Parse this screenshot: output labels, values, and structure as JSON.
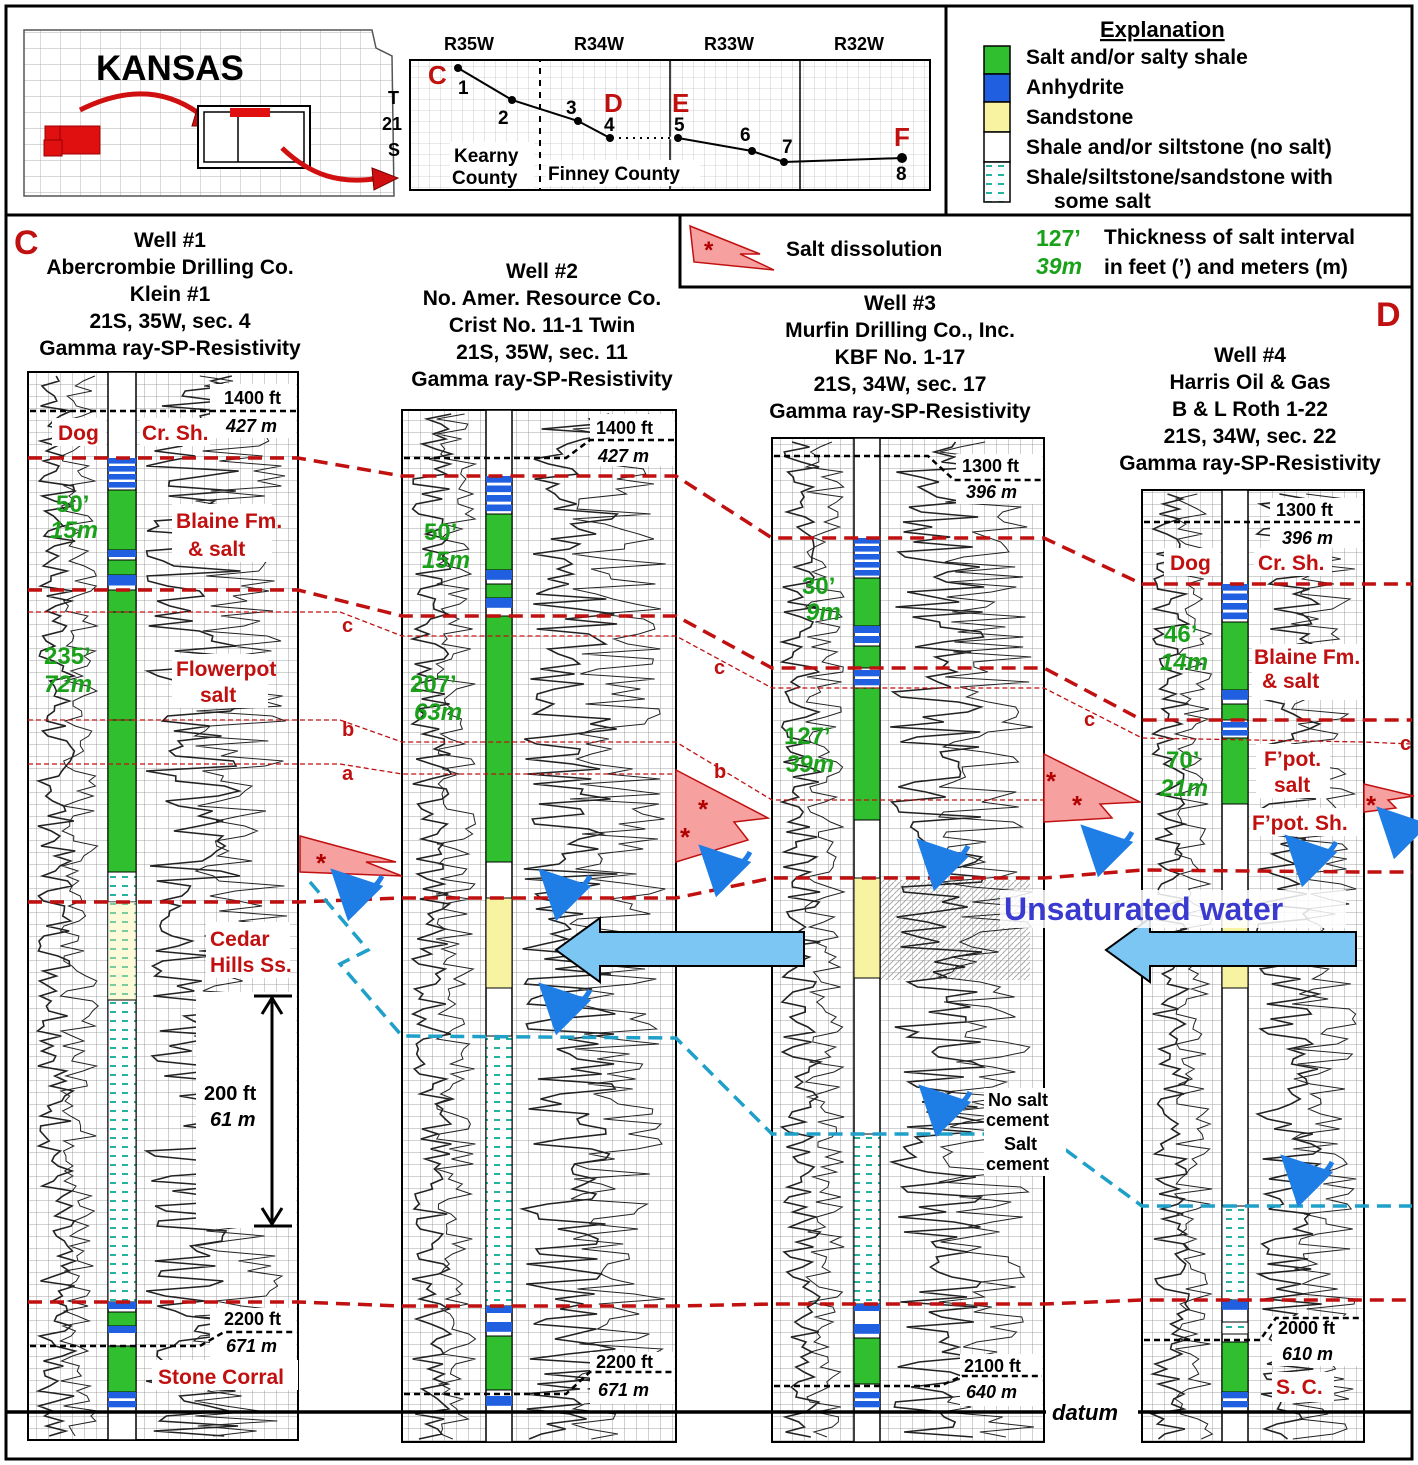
{
  "colors": {
    "salt": "#2fbf2f",
    "anhydrite": "#1f5fe0",
    "sandstone": "#f8f3a0",
    "red": "#c01010",
    "darkred": "#b00000",
    "cyan": "#1ea0c8",
    "green_text": "#1aa11a",
    "arrow_blue": "#1e7ee6",
    "water_arrow": "#7cc6f4",
    "water_text": "#3a3ad0"
  },
  "map": {
    "state": "KANSAS",
    "ranges": [
      "R35W",
      "R34W",
      "R33W",
      "R32W"
    ],
    "township": [
      "T",
      "21",
      "S"
    ],
    "counties": [
      "Kearny",
      "County",
      "Finney County"
    ],
    "section_letters": [
      "C",
      "D",
      "E",
      "F"
    ],
    "well_numbers": [
      "1",
      "2",
      "3",
      "4",
      "5",
      "6",
      "7",
      "8"
    ]
  },
  "legend": {
    "title": "Explanation",
    "items": [
      {
        "label": "Salt and/or salty shale",
        "swatch": "salt"
      },
      {
        "label": "Anhydrite",
        "swatch": "anhydrite"
      },
      {
        "label": "Sandstone",
        "swatch": "sandstone"
      },
      {
        "label": "Shale and/or siltstone (no salt)",
        "swatch": "white"
      },
      {
        "label": "Shale/siltstone/sandstone with",
        "label2": "some salt",
        "swatch": "dashes"
      }
    ],
    "dissolution": "Salt dissolution",
    "thickness_ft": "127’",
    "thickness_m": "39m",
    "thickness_label1": "Thickness of salt interval",
    "thickness_label2": "in feet (’) and meters (m)"
  },
  "section_labels": {
    "left": "C",
    "right": "D"
  },
  "wells": [
    {
      "title": "Well #1",
      "operator": "Abercrombie Drilling Co.",
      "lease": "Klein #1",
      "location": "21S, 35W, sec. 4",
      "log": "Gamma ray-SP-Resistivity",
      "top_ft": "1400 ft",
      "top_m": "427 m",
      "bot_ft": "2200 ft",
      "bot_m": "671 m",
      "units": [
        "Dog",
        "Cr. Sh.",
        "Blaine Fm.",
        "& salt",
        "Flowerpot",
        "salt",
        "Cedar",
        "Hills Ss.",
        "Stone Corral"
      ],
      "thick": [
        {
          "ft": "50’",
          "m": "15m"
        },
        {
          "ft": "235’",
          "m": "72m"
        }
      ],
      "markers": [
        "c",
        "b",
        "a"
      ],
      "scale_ft": "200 ft",
      "scale_m": "61 m"
    },
    {
      "title": "Well #2",
      "operator": "No. Amer. Resource Co.",
      "lease": "Crist No. 11-1 Twin",
      "location": "21S, 35W, sec. 11",
      "log": "Gamma ray-SP-Resistivity",
      "top_ft": "1400 ft",
      "top_m": "427 m",
      "bot_ft": "2200 ft",
      "bot_m": "671 m",
      "thick": [
        {
          "ft": "50’",
          "m": "15m"
        },
        {
          "ft": "207’",
          "m": "63m"
        }
      ],
      "markers": [
        "c",
        "b"
      ]
    },
    {
      "title": "Well #3",
      "operator": "Murfin Drilling Co., Inc.",
      "lease": "KBF No. 1-17",
      "location": "21S, 34W, sec. 17",
      "log": "Gamma ray-SP-Resistivity",
      "top_ft": "1300 ft",
      "top_m": "396 m",
      "bot_ft": "2100 ft",
      "bot_m": "640 m",
      "thick": [
        {
          "ft": "30’",
          "m": "9m"
        },
        {
          "ft": "127’",
          "m": "39m"
        }
      ],
      "markers": [
        "c"
      ],
      "cement": [
        "No salt",
        "cement",
        "Salt",
        "cement"
      ]
    },
    {
      "title": "Well #4",
      "operator": "Harris Oil & Gas",
      "lease": "B & L Roth 1-22",
      "location": "21S, 34W, sec. 22",
      "log": "Gamma ray-SP-Resistivity",
      "top_ft": "1300 ft",
      "top_m": "396 m",
      "bot_ft": "2000 ft",
      "bot_m": "610 m",
      "units": [
        "Dog",
        "Cr. Sh.",
        "Blaine Fm.",
        "& salt",
        "F’pot.",
        "salt",
        "F’pot. Sh.",
        "S. C."
      ],
      "thick": [
        {
          "ft": "46’",
          "m": "14m"
        },
        {
          "ft": "70’",
          "m": "21m"
        }
      ],
      "markers": [
        "c",
        "c"
      ]
    }
  ],
  "water_label": "Unsaturated water",
  "datum_label": "datum"
}
